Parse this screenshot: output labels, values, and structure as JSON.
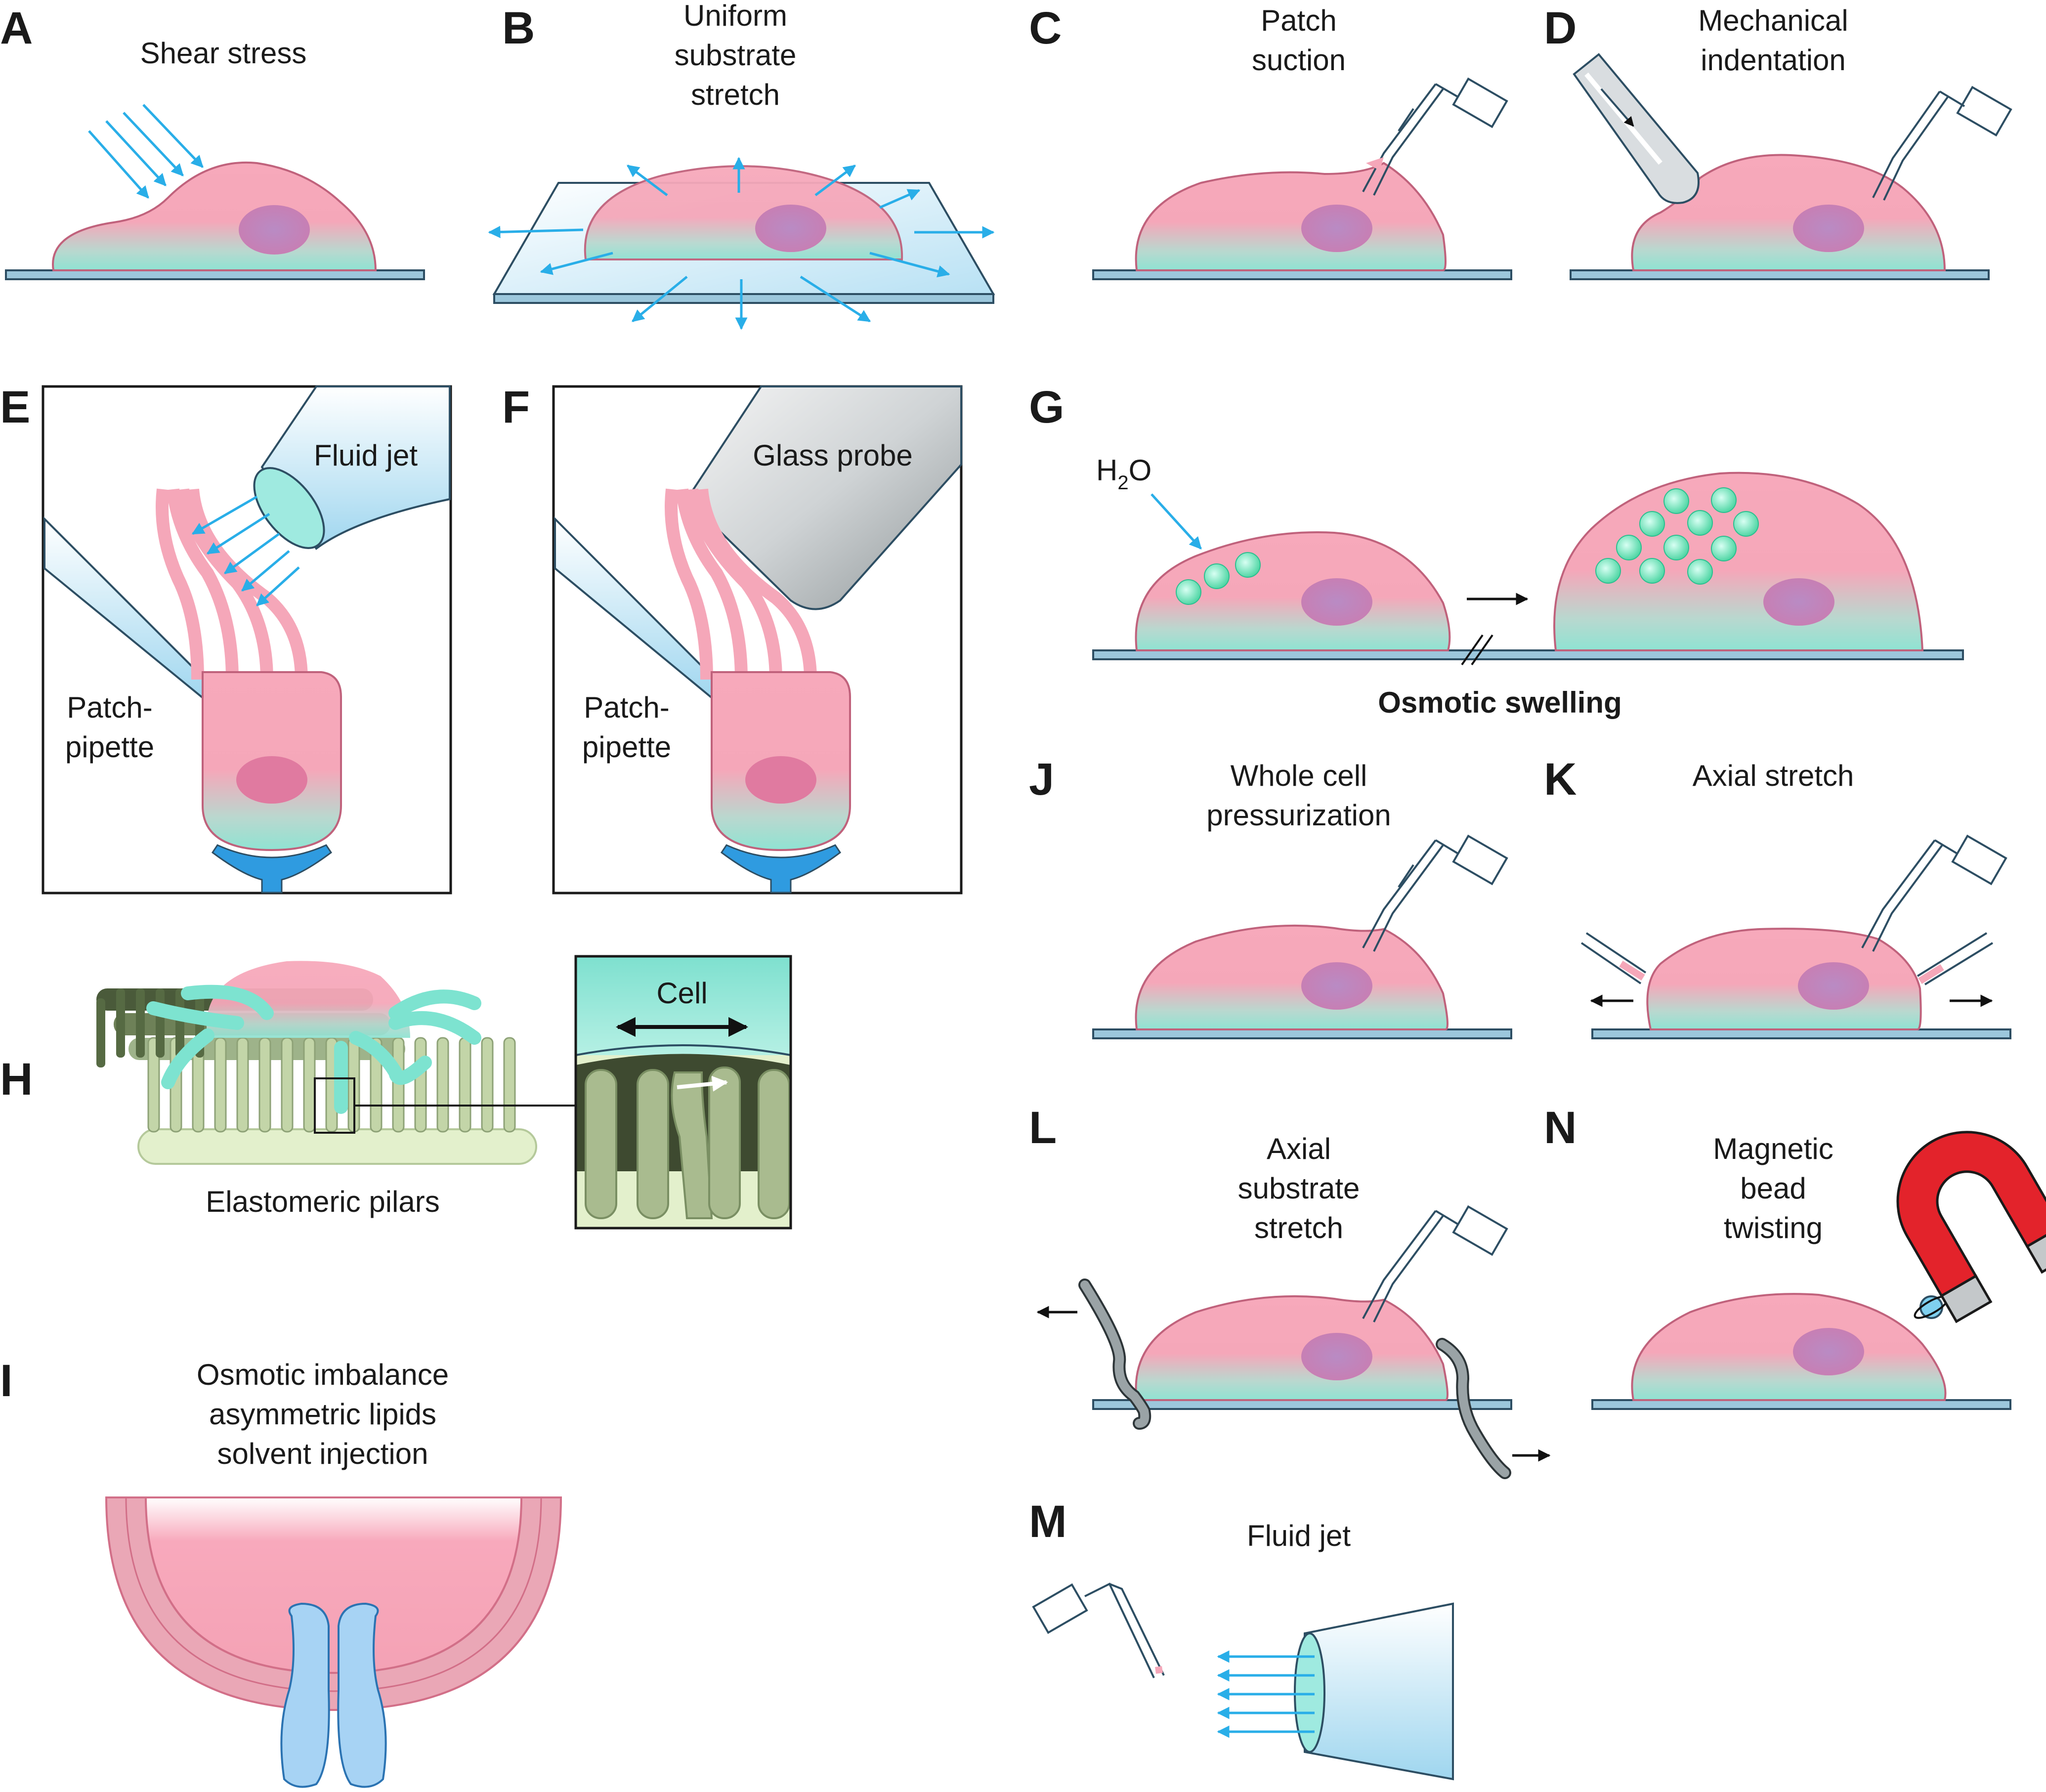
{
  "panels": {
    "A": {
      "label": "A",
      "title": [
        "Shear stress"
      ]
    },
    "B": {
      "label": "B",
      "title": [
        "Uniform",
        "substrate",
        "stretch"
      ]
    },
    "C": {
      "label": "C",
      "title": [
        "Patch",
        "suction"
      ]
    },
    "D": {
      "label": "D",
      "title": [
        "Mechanical",
        "indentation"
      ]
    },
    "E": {
      "label": "E",
      "jet": "Fluid jet",
      "pipette": [
        "Patch-",
        "pipette"
      ]
    },
    "F": {
      "label": "F",
      "probe": "Glass probe",
      "pipette": [
        "Patch-",
        "pipette"
      ]
    },
    "G": {
      "label": "G",
      "h2o": "H",
      "h2o_sub": "2",
      "h2o_tail": "O",
      "caption": "Osmotic swelling"
    },
    "H": {
      "label": "H",
      "cell": "Cell",
      "caption": "Elastomeric pilars"
    },
    "I": {
      "label": "I",
      "title": [
        "Osmotic imbalance",
        "asymmetric lipids",
        "solvent injection"
      ]
    },
    "J": {
      "label": "J",
      "title": [
        "Whole cell",
        "pressurization"
      ]
    },
    "K": {
      "label": "K",
      "title": [
        "Axial stretch"
      ]
    },
    "L": {
      "label": "L",
      "title": [
        "Axial",
        "substrate",
        "stretch"
      ]
    },
    "M": {
      "label": "M",
      "title": [
        "Fluid jet"
      ]
    },
    "N": {
      "label": "N",
      "title": [
        "Magnetic",
        "bead",
        "twisting"
      ]
    }
  },
  "colors": {
    "cell_pink": "#f5a3b5",
    "cell_teal": "#8fe3d2",
    "nucleus": "#c987b8",
    "arrow_blue": "#29aee8",
    "substrate": "#9cc7dc",
    "outline": "#2d4e63",
    "magnet_red": "#e3232b",
    "pillar_green": "#7f9a6a"
  }
}
